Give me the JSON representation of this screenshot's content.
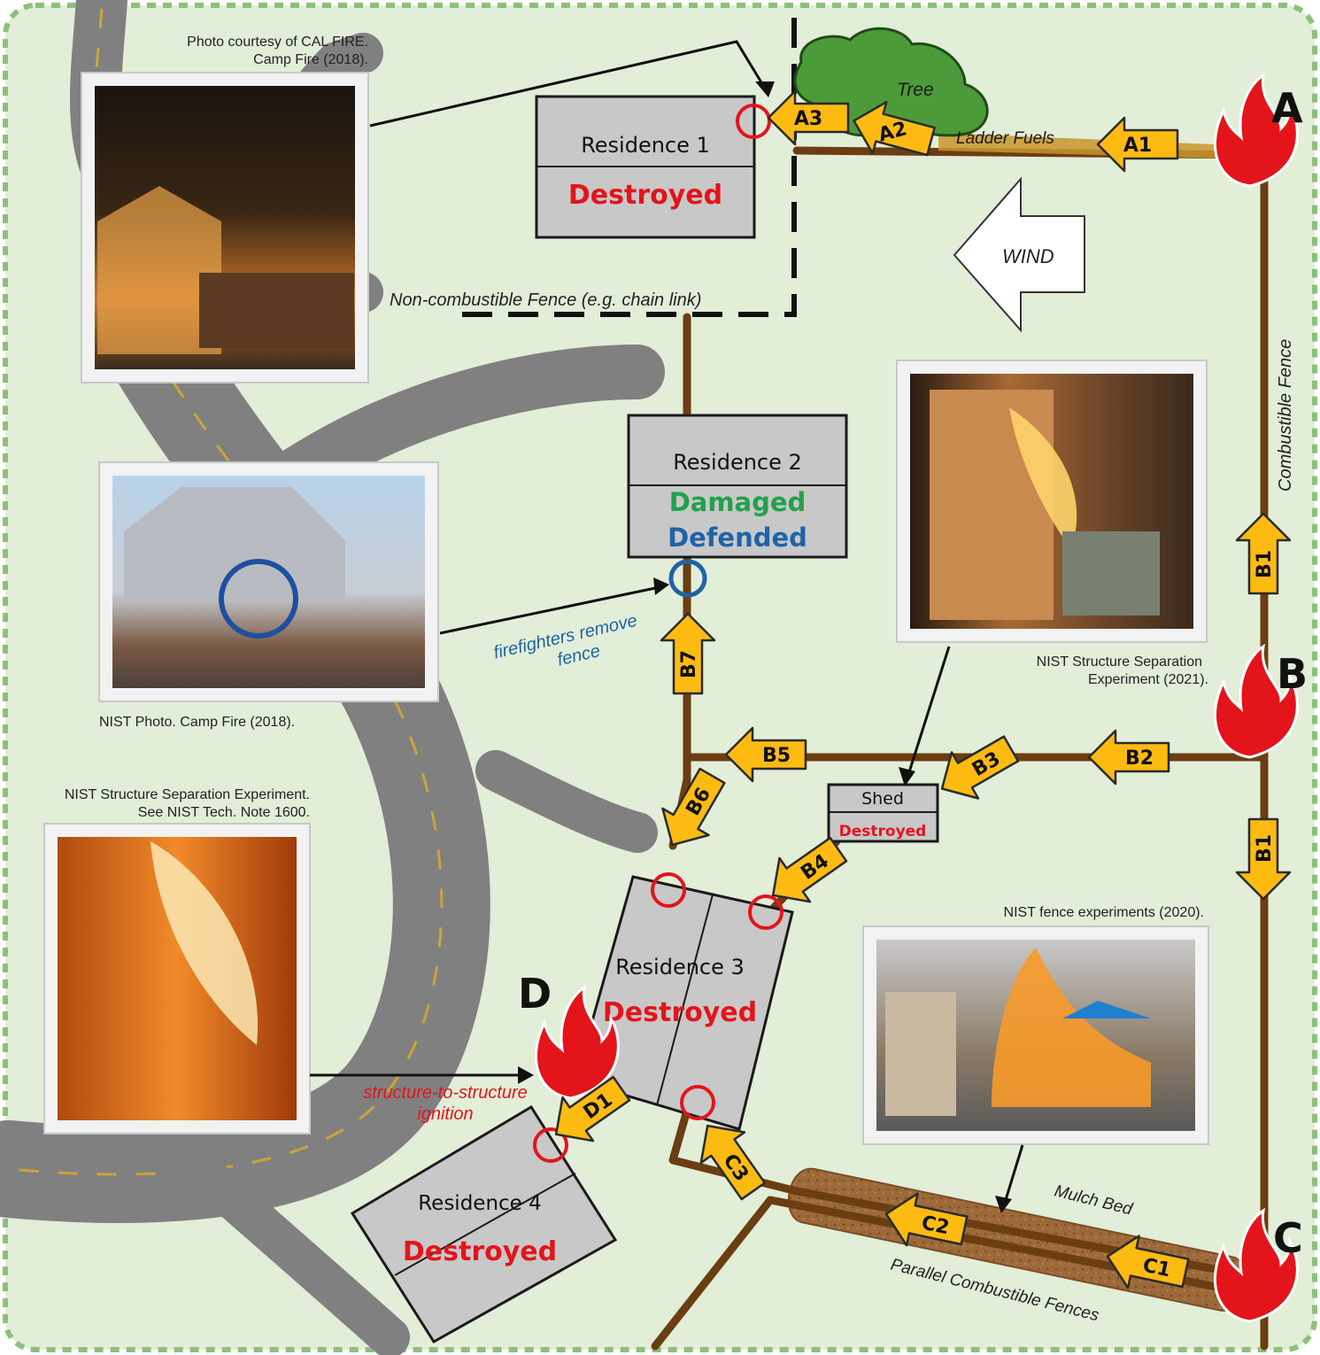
{
  "colors": {
    "background": "#e2eed8",
    "border": "#8cc07a",
    "road": "#808080",
    "road_line": "#c9a53a",
    "fence": "#6b3e12",
    "arrow": "#fdbb12",
    "destroyed": "#e4141b",
    "damaged": "#22a04b",
    "defended": "#1f63a8",
    "fire": "#e4141b"
  },
  "sources": {
    "A": "A",
    "B": "B",
    "C": "C",
    "D": "D"
  },
  "arrows": {
    "A1": "A1",
    "A2": "A2",
    "A3": "A3",
    "B1_top": "B1",
    "B1_bottom": "B1",
    "B2": "B2",
    "B3": "B3",
    "B4": "B4",
    "B5": "B5",
    "B6": "B6",
    "B7": "B7",
    "C1": "C1",
    "C2": "C2",
    "C3": "C3",
    "D1": "D1"
  },
  "residences": {
    "r1": {
      "name": "Residence 1",
      "status": "Destroyed"
    },
    "r2": {
      "name": "Residence 2",
      "status1": "Damaged",
      "status2": "Defended"
    },
    "r3": {
      "name": "Residence 3",
      "status": "Destroyed"
    },
    "r4": {
      "name": "Residence  4",
      "status": "Destroyed"
    },
    "shed": {
      "name": "Shed",
      "status": "Destroyed"
    }
  },
  "labels": {
    "tree": "Tree",
    "ladder_fuels": "Ladder Fuels",
    "wind": "WIND",
    "noncomb_fence": "Non-combustible Fence (e.g. chain link)",
    "comb_fence": "Combustible Fence",
    "mulch_bed": "Mulch Bed",
    "parallel_fences": "Parallel Combustible Fences",
    "firefighters_line1": "firefighters remove",
    "firefighters_line2": "fence",
    "s2s_line1": "structure-to-structure",
    "s2s_line2": "ignition"
  },
  "captions": {
    "p1_line1": "Photo courtesy of CAL FIRE.",
    "p1_line2": "Camp Fire (2018).",
    "p2": "NIST Photo. Camp Fire (2018).",
    "p3_line1": "NIST Structure Separation Experiment.",
    "p3_line2": "See NIST Tech. Note 1600.",
    "p4_line1": "NIST Structure Separation",
    "p4_line2": "Experiment (2021).",
    "p5": "NIST fence experiments (2020)."
  }
}
